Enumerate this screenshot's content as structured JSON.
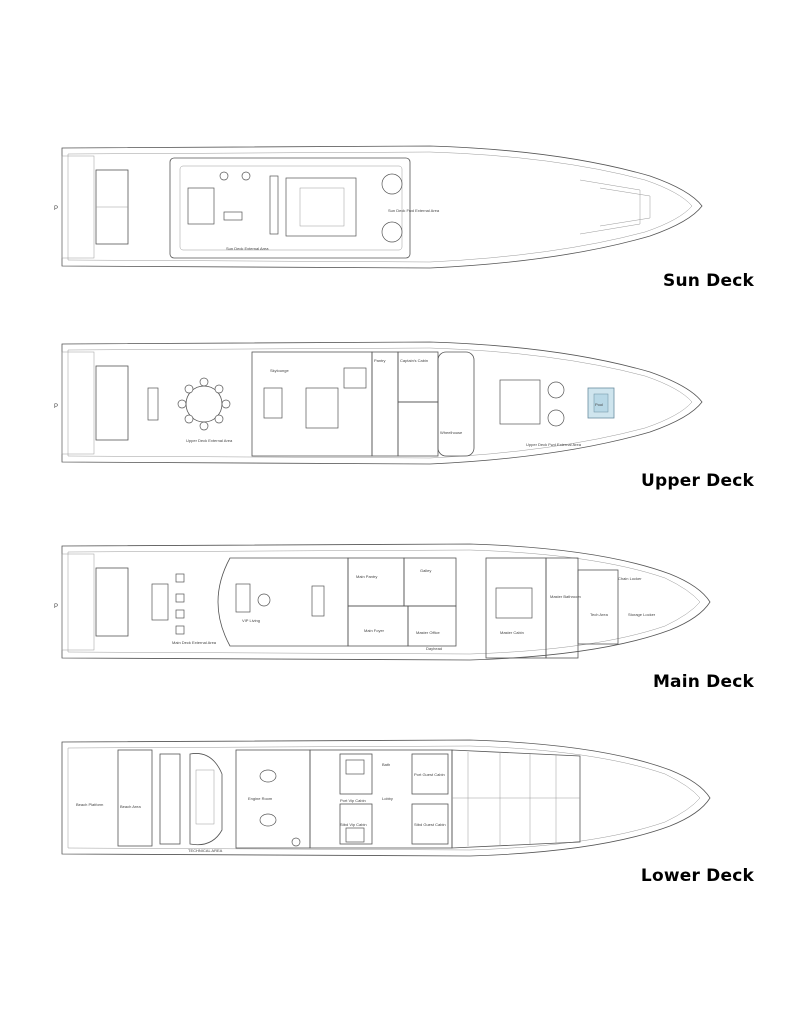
{
  "decks": [
    {
      "title": "Sun Deck",
      "labels": [
        "Sun Deck External Area",
        "Sun Deck Fwd External Area"
      ]
    },
    {
      "title": "Upper Deck",
      "labels": [
        "Skylounge",
        "Pantry",
        "Captain's Cabin",
        "Wheelhouse",
        "Upper Deck External Area",
        "Upper Deck Fwd External Area",
        "Pool"
      ]
    },
    {
      "title": "Main Deck",
      "labels": [
        "Main Deck External Area",
        "VIP Living",
        "Main Pantry",
        "Galley",
        "Main Foyer",
        "Master Office",
        "Master Cabin",
        "Master Bathroom",
        "Tech Area",
        "Chain Locker",
        "Storage Locker",
        "Dayhead"
      ]
    },
    {
      "title": "Lower Deck",
      "labels": [
        "Beach Platform",
        "Beach Area",
        "TECHNICAL AREA",
        "Engine Room",
        "Port Vip Cabin",
        "Stbd Vip Cabin",
        "Port Guest Cabin",
        "Stbd Guest Cabin",
        "Lobby",
        "Bath"
      ]
    }
  ]
}
